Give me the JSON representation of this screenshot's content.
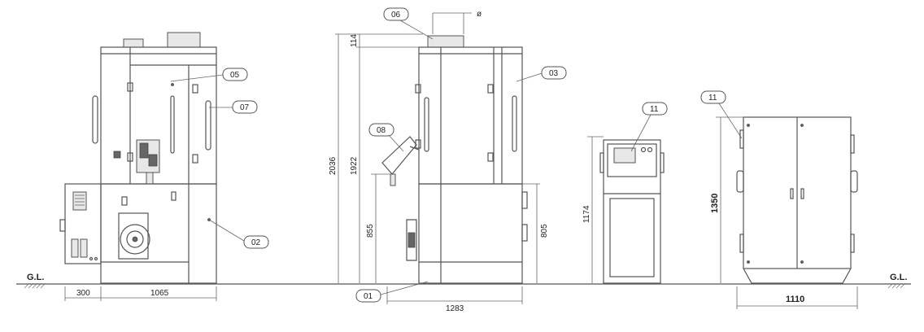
{
  "ground_label": "G.L.",
  "callouts": {
    "c01": "01",
    "c02": "02",
    "c03": "03",
    "c05": "05",
    "c06": "06",
    "c07": "07",
    "c08": "08",
    "c11a": "11",
    "c11b": "11"
  },
  "dimensions": {
    "front_left_width": "300",
    "front_main_width": "1065",
    "side_total_height": "2036",
    "side_body_height": "1922",
    "side_top_offset": "114",
    "side_hopper_height": "855",
    "side_lower_height": "805",
    "side_depth": "1283",
    "diameter_symbol": "ø",
    "panel_height": "1174",
    "cabinet_height": "1350",
    "cabinet_width": "1110"
  }
}
